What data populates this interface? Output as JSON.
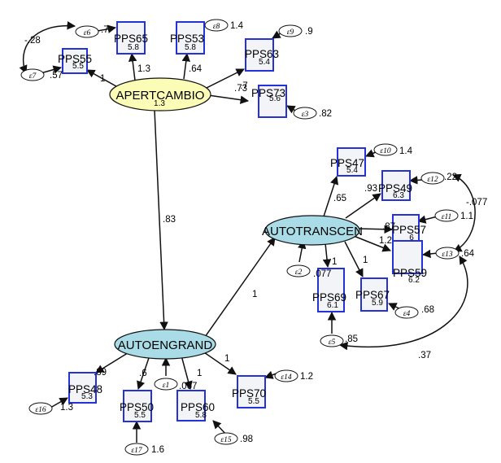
{
  "latents": {
    "APERTCAMBIO": {
      "label": "APERTCAMBIO",
      "mean": "1.3"
    },
    "AUTOTRANSCEN": {
      "label": "AUTOTRANSCEN"
    },
    "AUTOENGRAND": {
      "label": "AUTOENGRAND"
    }
  },
  "observed": {
    "PPS55": {
      "label": "PPS55",
      "mean": "5.5"
    },
    "PPS65": {
      "label": "PPS65",
      "mean": "5.8"
    },
    "PPS53": {
      "label": "PPS53",
      "mean": "5.8"
    },
    "PPS63": {
      "label": "PPS63",
      "mean": "5.4"
    },
    "PPS73": {
      "label": "PPS73",
      "mean": "5.6"
    },
    "PPS47": {
      "label": "PPS47",
      "mean": "5.4"
    },
    "PPS49": {
      "label": "PPS49",
      "mean": "6.3"
    },
    "PPS57": {
      "label": "PPS57",
      "mean": "6"
    },
    "PPS59": {
      "label": "PPS59",
      "mean": "6.2"
    },
    "PPS69": {
      "label": "PPS69",
      "mean": "6.1"
    },
    "PPS67": {
      "label": "PPS67",
      "mean": "5.9"
    },
    "PPS48": {
      "label": "PPS48",
      "mean": "5.3"
    },
    "PPS50": {
      "label": "PPS50",
      "mean": "5.5"
    },
    "PPS60": {
      "label": "PPS60",
      "mean": "5.8"
    },
    "PPS70": {
      "label": "PPS70",
      "mean": "5.5"
    }
  },
  "errors": {
    "e1": {
      "label": "ε1"
    },
    "e2": {
      "label": "ε2"
    },
    "e3": {
      "label": "ε3"
    },
    "e4": {
      "label": "ε4"
    },
    "e5": {
      "label": "ε5"
    },
    "e6": {
      "label": "ε6"
    },
    "e7": {
      "label": "ε7"
    },
    "e8": {
      "label": "ε8"
    },
    "e9": {
      "label": "ε9"
    },
    "e10": {
      "label": "ε10"
    },
    "e11": {
      "label": "ε11"
    },
    "e12": {
      "label": "ε12"
    },
    "e13": {
      "label": "ε13"
    },
    "e14": {
      "label": "ε14"
    },
    "e15": {
      "label": "ε15"
    },
    "e16": {
      "label": "ε16"
    },
    "e17": {
      "label": "ε17"
    }
  },
  "coefficients": {
    "apert_pps55": "1",
    "apert_pps65": "1.3",
    "apert_pps53": ".64",
    "apert_pps63": ".73",
    "apert_pps73": ".7",
    "apert_autoeng": ".83",
    "autoeng_autotrans": "1",
    "autotrans_pps47": ".65",
    "autotrans_pps49": ".93",
    "autotrans_pps57": ".87",
    "autotrans_pps59": "1.2",
    "autotrans_pps69": "1",
    "autotrans_pps67": "1",
    "autotrans_err": ".077",
    "autoeng_pps48": ".89",
    "autoeng_pps50": ".6",
    "autoeng_pps60": "1",
    "autoeng_pps70": "1",
    "autoeng_err": ".067"
  },
  "variances": {
    "e6": ".7",
    "e7": ".57",
    "e8": "1.4",
    "e9": ".9",
    "e3": ".82",
    "e10": "1.4",
    "e12": ".22",
    "e11": "1.1",
    "e13": ".64",
    "e4": ".68",
    "e5": ".85",
    "e14": "1.2",
    "e15": ".98",
    "e16": "1.3",
    "e17": "1.6"
  },
  "covariances": {
    "e6_e7": "-.28",
    "e12_e13": "-.077",
    "e5_e13": ".37"
  }
}
